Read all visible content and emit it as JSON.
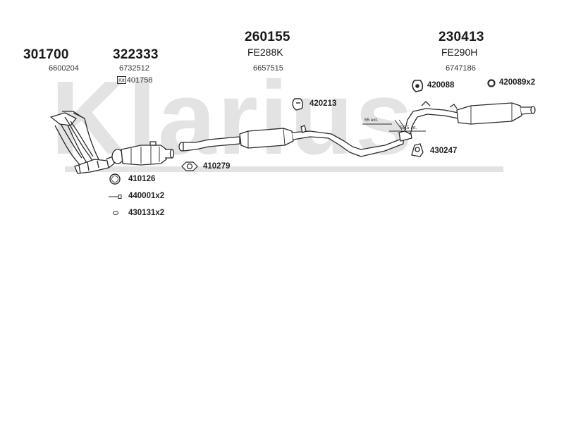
{
  "watermark": "Klarius",
  "parts": {
    "p1": {
      "number": "301700",
      "ref": "6600204"
    },
    "p2": {
      "number": "322333",
      "ref": "6732512",
      "kit_label": "Kit",
      "kit_code": "401758"
    },
    "p3": {
      "number": "260155",
      "code": "FE288K",
      "ref": "6657515"
    },
    "p4": {
      "number": "230413",
      "code": "FE290H",
      "ref": "6747186"
    }
  },
  "fittings": {
    "f420213": "420213",
    "f420088": "420088",
    "f420089": "420089x2",
    "f430247": "430247",
    "f410279": "410279",
    "f410126": "410126",
    "f440001": "440001x2",
    "f430131": "430131x2"
  },
  "annotations": {
    "ext": "55 ext.",
    "int": "55.5 int."
  },
  "colors": {
    "watermark": "#e3e3e3",
    "line": "#2a2a2a",
    "fill": "#ffffff"
  }
}
